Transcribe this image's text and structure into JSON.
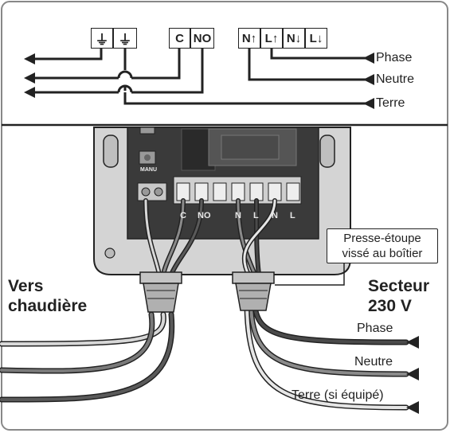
{
  "top_terminals": {
    "ground_1": "⏚",
    "ground_2": "⏚",
    "c": "C",
    "no": "NO",
    "n_up": "N↑",
    "l_up": "L↑",
    "n_down": "N↓",
    "l_down": "L↓"
  },
  "top_wires": {
    "phase": "Phase",
    "neutre": "Neutre",
    "terre": "Terre"
  },
  "box": {
    "manu": "MANU",
    "terminal_labels": {
      "c": "C",
      "no": "NO",
      "n_up": "N",
      "l_up": "L",
      "n_down": "N",
      "l_down": "L"
    }
  },
  "callout": {
    "line1": "Presse-étoupe",
    "line2": "vissé au boîtier"
  },
  "left_label": {
    "line1": "Vers",
    "line2": "chaudière"
  },
  "right_label": {
    "line1": "Secteur",
    "line2": "230 V"
  },
  "bottom_wires": {
    "phase": "Phase",
    "neutre": "Neutre",
    "terre": "Terre (si équipé)"
  },
  "colors": {
    "outline": "#222222",
    "box_body": "#d4d4d4",
    "box_inner": "#3a3a3a",
    "wire_dark": "#4a4a4a",
    "wire_mid": "#8a8a8a",
    "wire_light": "#d8d8d8"
  }
}
